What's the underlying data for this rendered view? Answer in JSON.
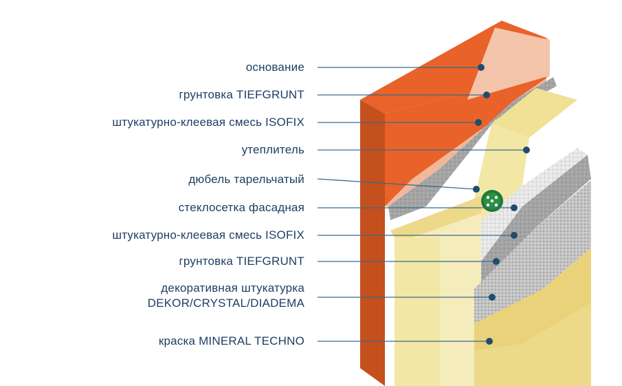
{
  "labels": [
    {
      "text": "основание"
    },
    {
      "text": "грунтовка TIEFGRUNT"
    },
    {
      "text": "штукатурно-клеевая смесь ISOFIX"
    },
    {
      "text": "утеплитель"
    },
    {
      "text": "дюбель тарельчатый"
    },
    {
      "text": "стеклосетка фасадная"
    },
    {
      "text": "штукатурно-клеевая смесь ISOFIX"
    },
    {
      "text": "грунтовка TIEFGRUNT"
    },
    {
      "text": "декоративная штукатурка",
      "text2": "DEKOR/CRYSTAL/DIADEMA"
    },
    {
      "text": "краска MINERAL TECHNO"
    }
  ],
  "colors": {
    "label_text": "#1d3e63",
    "leader_line": "#3a6a8c",
    "dot": "#1e4d6e",
    "brick_face": "#e8622a",
    "brick_side": "#c44f1d",
    "primer": "#f2b79a",
    "adhesive": "#9a9a9a",
    "insulation": "#f3e7a6",
    "mesh": "#e0e0e0",
    "decor_plaster": "#b5b5b5",
    "paint": "#e9d27a",
    "dowel": "#1f7a35"
  }
}
